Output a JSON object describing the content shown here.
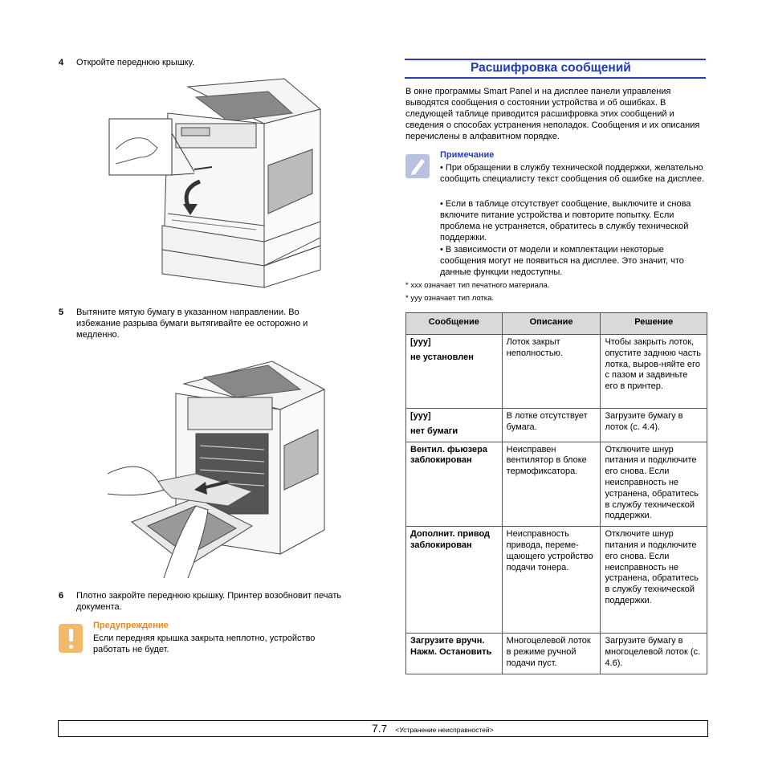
{
  "left": {
    "step4": {
      "num": "4",
      "text": "Откройте переднюю крышку."
    },
    "step5": {
      "num": "5",
      "text": "Вытяните мятую бумагу в указанном направлении. Во избежание разрыва бумаги вытягивайте ее осторожно и медленно."
    },
    "step6": {
      "num": "6",
      "text": "Плотно закройте переднюю крышку. Принтер возобновит печать документа."
    },
    "warning": {
      "title": "Предупреждение",
      "text": "Если передняя крышка закрыта неплотно, устройство работать не будет.",
      "icon_color": "#f2b96a"
    }
  },
  "right": {
    "heading": "Расшифровка сообщений",
    "intro": "В окне программы Smart Panel и на дисплее панели управления выводятся сообщения о состоянии устройства и об ошибках. В следующей таблице приводится расшифровка этих сообщений и сведения о способах устранения неполадок. Сообщения и их описания перечислены в алфавитном порядке.",
    "note": {
      "title": "Примечание",
      "items": [
        "• При обращении в службу технической поддержки, желательно сообщить специалисту текст сообщения об ошибке на дисплее.",
        "• Если в таблице отсутствует сообщение, выключите и снова включите питание устройства и повторите попытку. Если проблема не устраняется, обратитесь в службу технической поддержки.",
        "• В зависимости от модели и комплектации некоторые сообщения могут не появиться на дисплее. Это значит, что данные функции недоступны."
      ]
    },
    "footnotes": [
      "* xxx означает тип печатного материала.",
      "* yyy означает тип лотка."
    ],
    "table": {
      "headers": [
        "Сообщение",
        "Описание",
        "Решение"
      ],
      "rows": [
        {
          "msg1": "[yyy]",
          "msg2": "не установлен",
          "desc": "Лоток закрыт неполностью.",
          "sol": "Чтобы закрыть лоток, опустите заднюю часть лотка, выров-няйте его с пазом и задвиньте его в принтер."
        },
        {
          "msg1": "[yyy]",
          "msg2": "нет бумаги",
          "desc": "В лотке отсутствует бумага.",
          "sol": "Загрузите бумагу в лоток (с. 4.4)."
        },
        {
          "msg1": "Вентил. фьюзера заблокирован",
          "msg2": "",
          "desc": "Неисправен вентилятор в блоке термофиксатора.",
          "sol": "Отключите шнур питания и подключите его снова. Если неисправность не устранена, обратитесь в службу технической поддержки."
        },
        {
          "msg1": "Дополнит. привод заблокирован",
          "msg2": "",
          "desc": "Неисправность привода, переме-щающего устройство подачи тонера.",
          "sol": "Отключите шнур питания и подключите его снова. Если неисправность не устранена, обратитесь в службу технической поддержки."
        },
        {
          "msg1": "Загрузите вручн. Нажм. Остановить",
          "msg2": "",
          "desc": "Многоцелевой лоток в режиме ручной подачи пуст.",
          "sol": "Загрузите бумагу в многоцелевой лоток (с. 4.6)."
        }
      ]
    }
  },
  "footer": {
    "page_big": "7.",
    "page_small": "7",
    "section": "<Устранение неисправностей>"
  }
}
